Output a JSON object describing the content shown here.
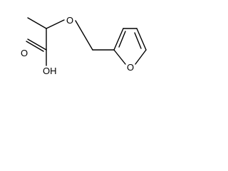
{
  "atoms": {
    "ether_oxygen": "O",
    "carbonyl_oxygen": "O",
    "hydroxyl": "OH",
    "furan_oxygen": "O"
  },
  "colors": {
    "bond": "#000000",
    "label": "#000000",
    "background": "#ffffff"
  }
}
